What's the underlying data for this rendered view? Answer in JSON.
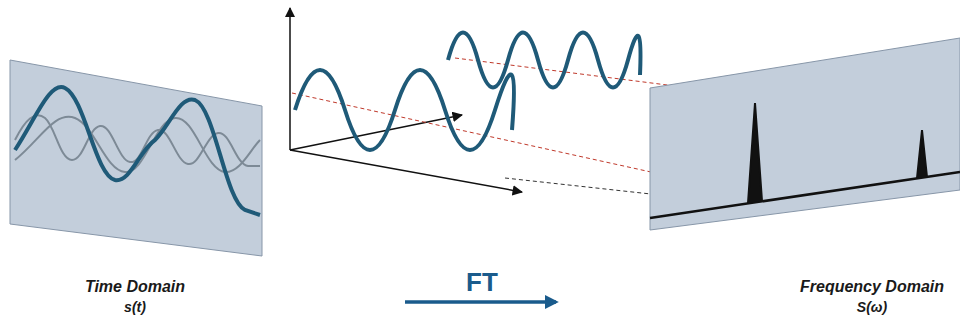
{
  "diagram": {
    "labels": [
      "Time Domain",
      "s(t)",
      "FT",
      "Frequency Domain",
      "S(ω)"
    ]
  }
}
